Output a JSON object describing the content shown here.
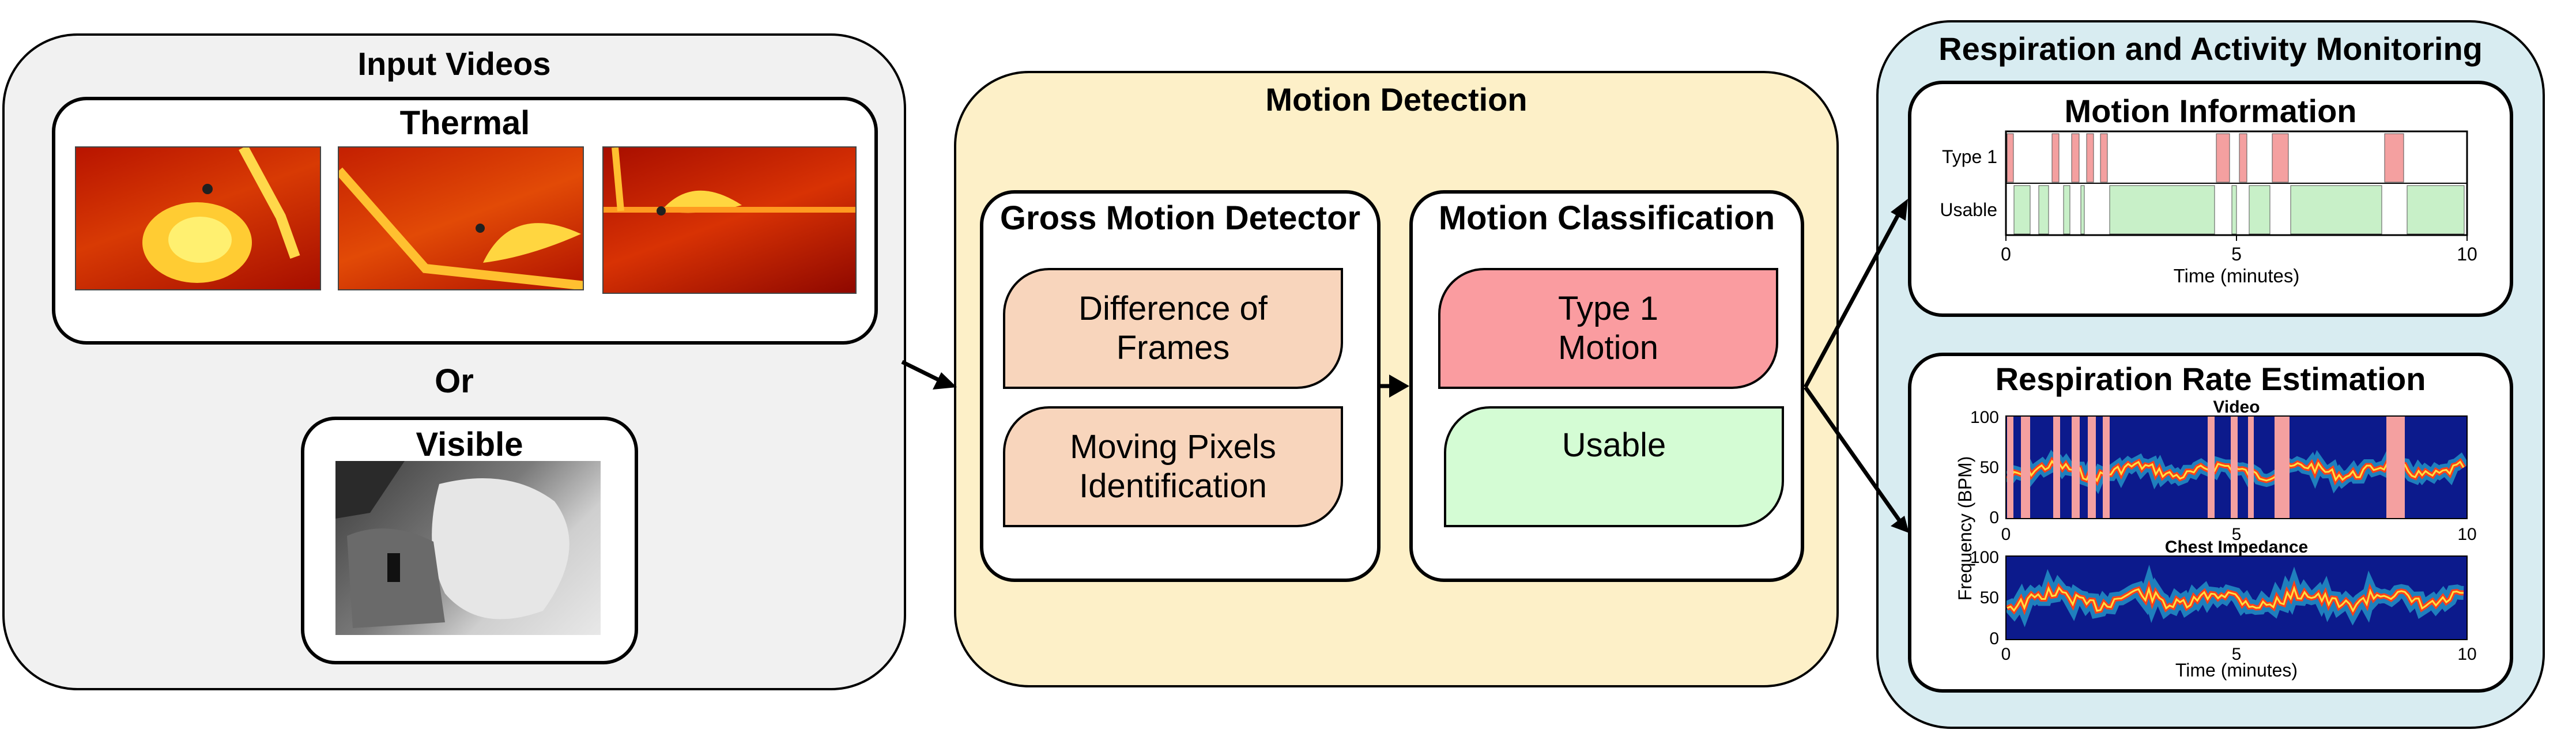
{
  "input_panel": {
    "title": "Input Videos",
    "thermal_label": "Thermal",
    "or_label": "Or",
    "visible_label": "Visible"
  },
  "detection_panel": {
    "title": "Motion Detection",
    "gross": {
      "title": "Gross Motion Detector",
      "step1": "Difference of Frames",
      "step2": "Moving Pixels Identification"
    },
    "classification": {
      "title": "Motion Classification",
      "class1": "Type 1 Motion",
      "class2": "Usable"
    }
  },
  "monitor_panel": {
    "title": "Respiration and Activity Monitoring",
    "motion_info": {
      "title": "Motion Information",
      "row_labels": [
        "Type 1",
        "Usable"
      ],
      "x_ticks": [
        "0",
        "5",
        "10"
      ],
      "xlabel": "Time (minutes)",
      "type1_color": "#f4a0a0",
      "usable_color": "#c8f0c8"
    },
    "rr": {
      "title": "Respiration Rate Estimation",
      "video_title": "Video",
      "chest_title": "Chest Impedance",
      "ylabel": "Frequency (BPM)",
      "y_ticks": [
        "100",
        "50",
        "0"
      ],
      "x_ticks": [
        "0",
        "5",
        "10"
      ],
      "xlabel": "Time (minutes)"
    }
  },
  "colors": {
    "input_bg": "#f1f1f1",
    "detection_bg": "#fdf0c8",
    "monitor_bg": "#d8ecf1",
    "leaf_orange": "#f8d5bc",
    "leaf_red": "#fa9ca0",
    "leaf_green": "#d4fcd4",
    "spectrogram_bg": "#0c1a8c"
  }
}
